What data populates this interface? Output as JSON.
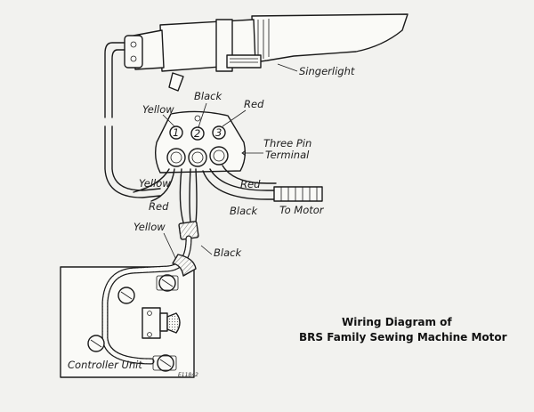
{
  "diagram": {
    "labels": {
      "lamp": "Singerlight",
      "black_top": "Black",
      "yellow_top": "Yellow",
      "red_top": "Red",
      "pin1": "1",
      "pin2": "2",
      "pin3": "3",
      "terminal_line1": "Three Pin",
      "terminal_line2": "Terminal",
      "yellow_side": "Yellow",
      "red_mid": "Red",
      "red_lower_left": "Red",
      "black_mid": "Black",
      "to_motor": "To Motor",
      "yellow_lower": "Yellow",
      "black_lower": "Black",
      "controller": "Controller Unit",
      "part_no": "E11842"
    },
    "caption": {
      "line1": "Wiring Diagram of",
      "line2": "BRS Family Sewing Machine Motor"
    },
    "colors": {
      "ink": "#1a1a1a",
      "paper": "#f2f2ef"
    }
  }
}
